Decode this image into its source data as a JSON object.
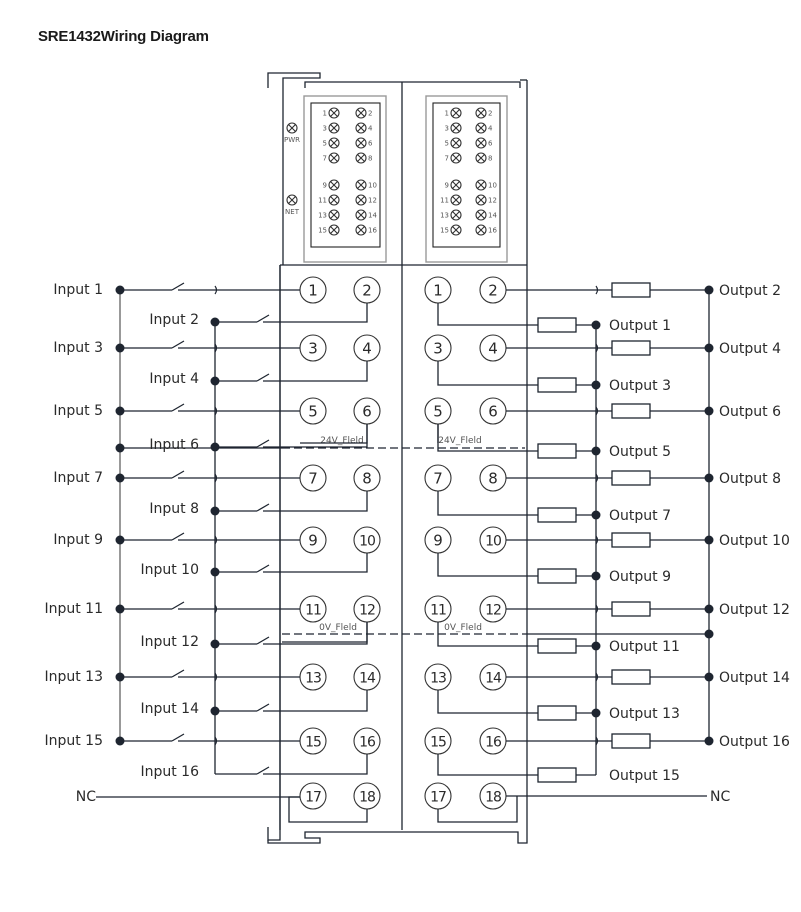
{
  "title": "SRE1432Wiring Diagram",
  "module": {
    "leds": {
      "status": [
        "PWR",
        "NET"
      ],
      "left_bank": [
        "1",
        "2",
        "3",
        "4",
        "5",
        "6",
        "7",
        "8",
        "9",
        "10",
        "11",
        "12",
        "13",
        "14",
        "15",
        "16"
      ],
      "right_bank": [
        "1",
        "2",
        "3",
        "4",
        "5",
        "6",
        "7",
        "8",
        "9",
        "10",
        "11",
        "12",
        "13",
        "14",
        "15",
        "16"
      ]
    },
    "terminals": {
      "left": [
        [
          "1",
          "2"
        ],
        [
          "3",
          "4"
        ],
        [
          "5",
          "6"
        ],
        [
          "7",
          "8"
        ],
        [
          "9",
          "10"
        ],
        [
          "11",
          "12"
        ],
        [
          "13",
          "14"
        ],
        [
          "15",
          "16"
        ],
        [
          "17",
          "18"
        ]
      ],
      "right": [
        [
          "1",
          "2"
        ],
        [
          "3",
          "4"
        ],
        [
          "5",
          "6"
        ],
        [
          "7",
          "8"
        ],
        [
          "9",
          "10"
        ],
        [
          "11",
          "12"
        ],
        [
          "13",
          "14"
        ],
        [
          "15",
          "16"
        ],
        [
          "17",
          "18"
        ]
      ]
    },
    "field_labels": {
      "v24_left": "24V_Fleld",
      "v24_right": "24V_Fleld",
      "v0_left": "0V_Fleld",
      "v0_right": "0V_Fleld"
    }
  },
  "inputs": {
    "odd": [
      "Input 1",
      "Input 3",
      "Input 5",
      "Input 7",
      "Input 9",
      "Input 11",
      "Input 13",
      "Input 15"
    ],
    "even": [
      "Input 2",
      "Input 4",
      "Input 6",
      "Input 8",
      "Input 10",
      "Input 12",
      "Input 14",
      "Input 16"
    ],
    "nc": "NC"
  },
  "outputs": {
    "even": [
      "Output 2",
      "Output 4",
      "Output 6",
      "Output 8",
      "Output 10",
      "Output 12",
      "Output 14",
      "Output 16"
    ],
    "odd": [
      "Output 1",
      "Output 3",
      "Output 5",
      "Output 7",
      "Output 9",
      "Output 11",
      "Output 13",
      "Output 15"
    ],
    "nc": "NC"
  },
  "colors": {
    "wire": "#1e2530",
    "field_line": "#d9161b",
    "bus_gray": "#999999"
  }
}
